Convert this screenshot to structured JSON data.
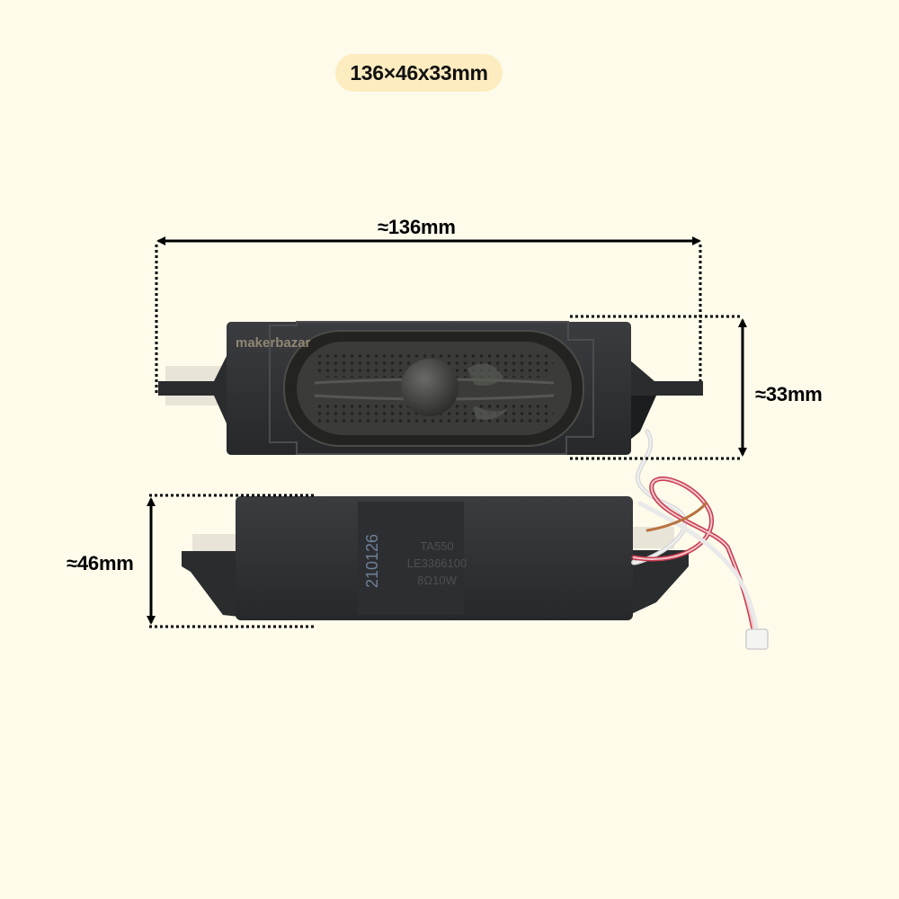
{
  "badge": {
    "text": "136×46x33mm"
  },
  "dimensions": {
    "length": "≈136mm",
    "height": "≈33mm",
    "width": "≈46mm"
  },
  "watermark": "makerbazar",
  "back_label": {
    "date_code": "210126",
    "text_lines": [
      "TA550",
      "LE3366100",
      "8Ω10W"
    ]
  },
  "colors": {
    "background": "#fefbeb",
    "badge": "#fdecbf",
    "speaker_body": "#2f3134",
    "cone": "#3a3b38"
  }
}
